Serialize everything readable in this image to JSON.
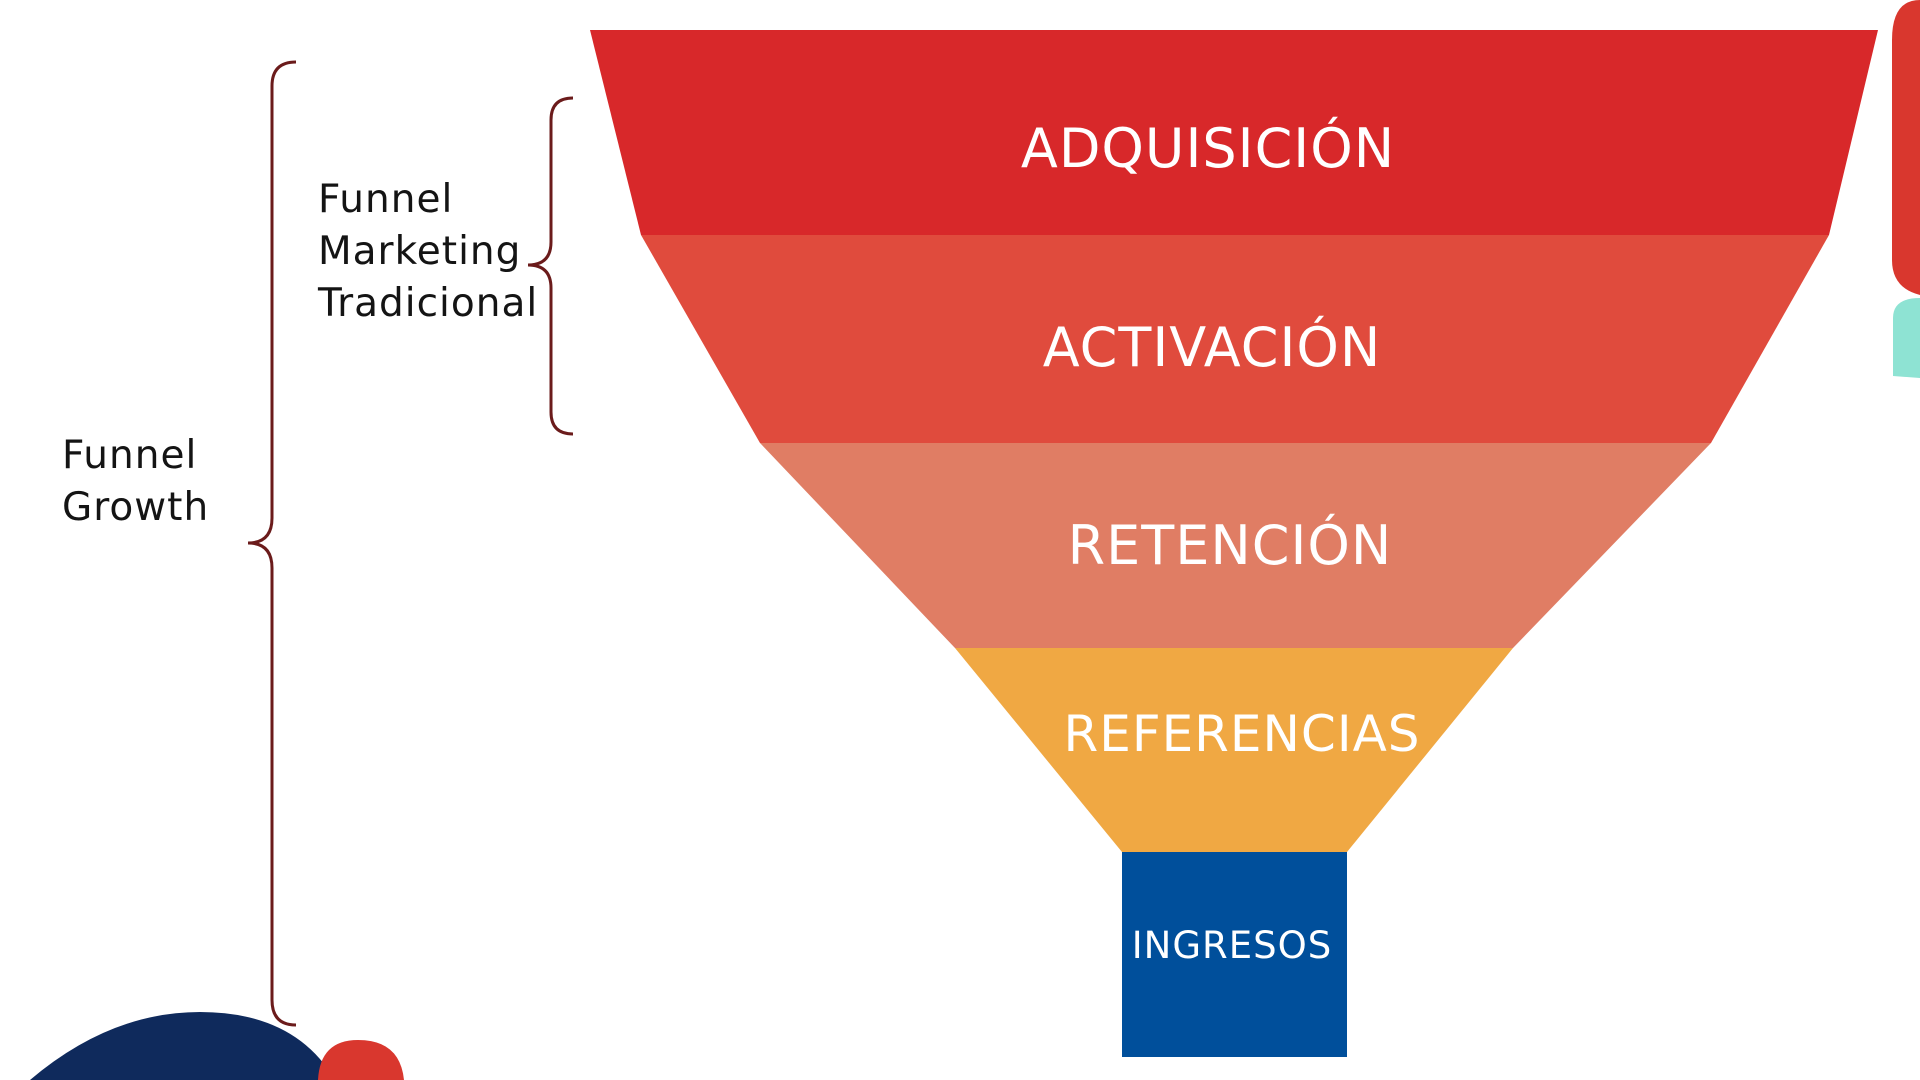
{
  "funnel": {
    "stages": [
      {
        "label": "ADQUISICIÓN",
        "color": "#D8282A"
      },
      {
        "label": "ACTIVACIÓN",
        "color": "#E04B3D"
      },
      {
        "label": "RETENCIÓN",
        "color": "#E07D64"
      },
      {
        "label": "REFERENCIAS",
        "color": "#F0A843"
      },
      {
        "label": "INGRESOS",
        "color": "#004F9B"
      }
    ]
  },
  "brackets": {
    "marketing_label": "Funnel\nMarketing\nTradicional",
    "growth_label": "Funnel\nGrowth",
    "brace_color": "#6B1B1B"
  },
  "decorations": {
    "blob_navy": "#0F2A5C",
    "blob_red": "#D9372E",
    "blob_teal": "#8EE3D3"
  }
}
